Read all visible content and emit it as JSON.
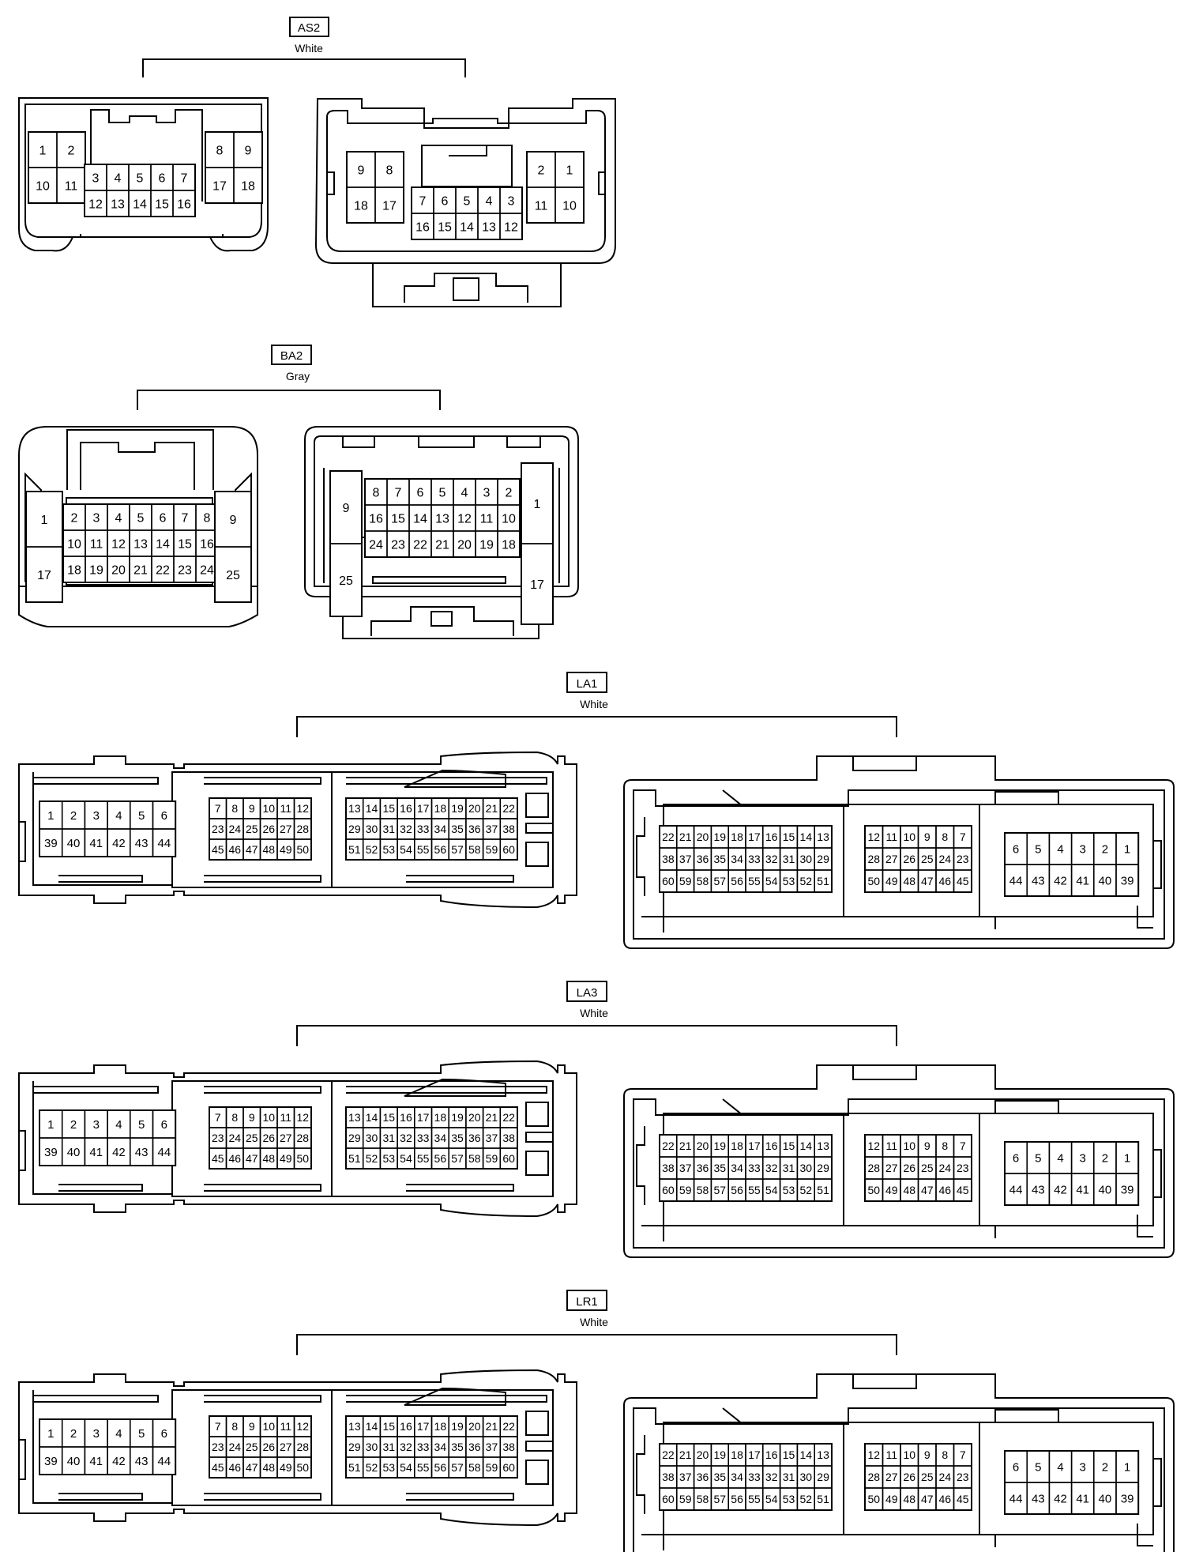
{
  "connectors": [
    {
      "id": "as2",
      "code": "AS2",
      "color": "White"
    },
    {
      "id": "ba2",
      "code": "BA2",
      "color": "Gray"
    },
    {
      "id": "la1",
      "code": "LA1",
      "color": "White"
    },
    {
      "id": "la3",
      "code": "LA3",
      "color": "White"
    },
    {
      "id": "lr1",
      "code": "LR1",
      "color": "White"
    }
  ],
  "pins": {
    "as2_male": [
      [
        [
          "1",
          "2"
        ],
        [
          "10",
          "11"
        ]
      ],
      [
        [
          "3",
          "4",
          "5",
          "6",
          "7"
        ],
        [
          "12",
          "13",
          "14",
          "15",
          "16"
        ]
      ],
      [
        [
          "8",
          "9"
        ],
        [
          "17",
          "18"
        ]
      ]
    ],
    "as2_female": [
      [
        [
          "9",
          "8"
        ],
        [
          "18",
          "17"
        ]
      ],
      [
        [
          "7",
          "6",
          "5",
          "4",
          "3"
        ],
        [
          "16",
          "15",
          "14",
          "13",
          "12"
        ]
      ],
      [
        [
          "2",
          "1"
        ],
        [
          "11",
          "10"
        ]
      ]
    ],
    "ba2_male": [
      [
        [
          "1"
        ],
        [
          "17"
        ]
      ],
      [
        [
          "2",
          "3",
          "4",
          "5",
          "6",
          "7",
          "8"
        ],
        [
          "10",
          "11",
          "12",
          "13",
          "14",
          "15",
          "16"
        ],
        [
          "18",
          "19",
          "20",
          "21",
          "22",
          "23",
          "24"
        ]
      ],
      [
        [
          "9"
        ],
        [
          "25"
        ]
      ]
    ],
    "ba2_female": [
      [
        [
          "9"
        ],
        [
          "25"
        ]
      ],
      [
        [
          "8",
          "7",
          "6",
          "5",
          "4",
          "3",
          "2"
        ],
        [
          "16",
          "15",
          "14",
          "13",
          "12",
          "11",
          "10"
        ],
        [
          "24",
          "23",
          "22",
          "21",
          "20",
          "19",
          "18"
        ]
      ],
      [
        [
          "1"
        ],
        [
          "17"
        ]
      ]
    ],
    "l_male": [
      [
        [
          "1",
          "2",
          "3",
          "4",
          "5",
          "6"
        ],
        [
          "39",
          "40",
          "41",
          "42",
          "43",
          "44"
        ]
      ],
      [
        [
          "7",
          "8",
          "9",
          "10",
          "11",
          "12"
        ],
        [
          "23",
          "24",
          "25",
          "26",
          "27",
          "28"
        ],
        [
          "45",
          "46",
          "47",
          "48",
          "49",
          "50"
        ]
      ],
      [
        [
          "13",
          "14",
          "15",
          "16",
          "17",
          "18",
          "19",
          "20",
          "21",
          "22"
        ],
        [
          "29",
          "30",
          "31",
          "32",
          "33",
          "34",
          "35",
          "36",
          "37",
          "38"
        ],
        [
          "51",
          "52",
          "53",
          "54",
          "55",
          "56",
          "57",
          "58",
          "59",
          "60"
        ]
      ]
    ],
    "l_female": [
      [
        [
          "22",
          "21",
          "20",
          "19",
          "18",
          "17",
          "16",
          "15",
          "14",
          "13"
        ],
        [
          "38",
          "37",
          "36",
          "35",
          "34",
          "33",
          "32",
          "31",
          "30",
          "29"
        ],
        [
          "60",
          "59",
          "58",
          "57",
          "56",
          "55",
          "54",
          "53",
          "52",
          "51"
        ]
      ],
      [
        [
          "12",
          "11",
          "10",
          "9",
          "8",
          "7"
        ],
        [
          "28",
          "27",
          "26",
          "25",
          "24",
          "23"
        ],
        [
          "50",
          "49",
          "48",
          "47",
          "46",
          "45"
        ]
      ],
      [
        [
          "6",
          "5",
          "4",
          "3",
          "2",
          "1"
        ],
        [
          "44",
          "43",
          "42",
          "41",
          "40",
          "39"
        ]
      ]
    ]
  }
}
